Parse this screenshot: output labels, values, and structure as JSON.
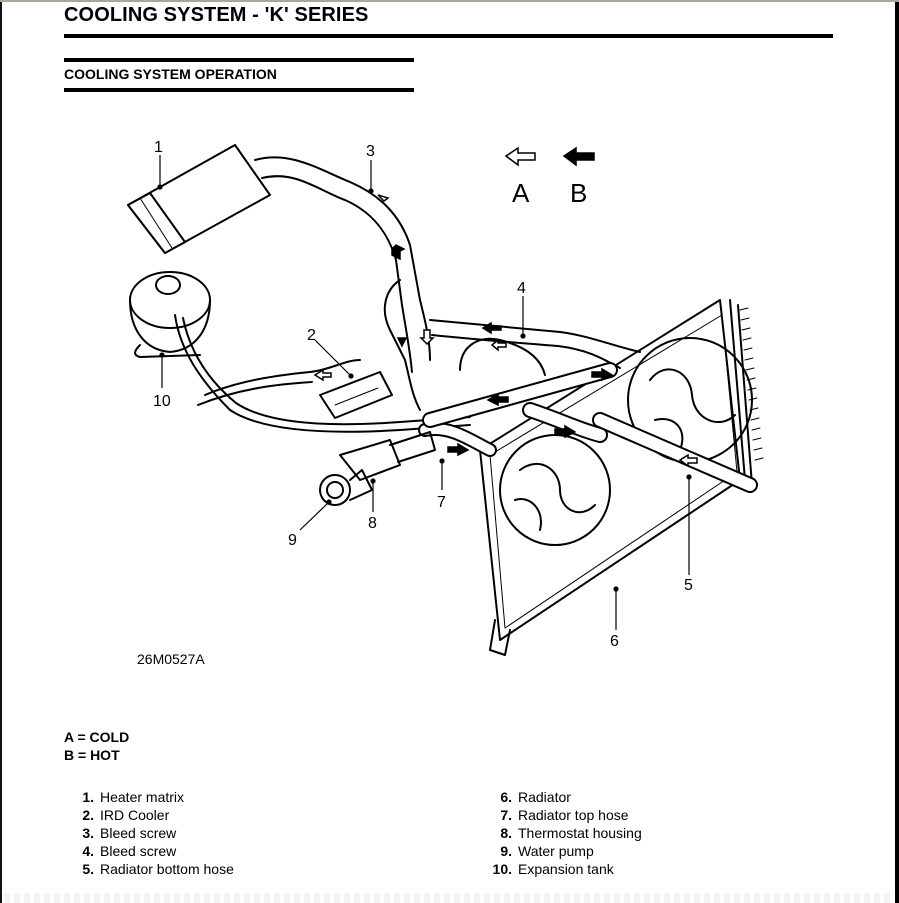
{
  "header": {
    "page_title": "COOLING SYSTEM - 'K' SERIES",
    "section_title": "COOLING SYSTEM OPERATION"
  },
  "diagram": {
    "figure_id": "26M0527A",
    "flow_legend": [
      {
        "letter": "A",
        "icon": "hollow-arrow-left-icon"
      },
      {
        "letter": "B",
        "icon": "solid-arrow-left-icon"
      }
    ],
    "callouts": [
      "1",
      "2",
      "3",
      "4",
      "5",
      "6",
      "7",
      "8",
      "9",
      "10"
    ]
  },
  "key": {
    "a": "A = COLD",
    "b": "B = HOT"
  },
  "parts": [
    {
      "num": "1.",
      "name": "Heater matrix"
    },
    {
      "num": "2.",
      "name": "IRD Cooler"
    },
    {
      "num": "3.",
      "name": "Bleed screw"
    },
    {
      "num": "4.",
      "name": "Bleed screw"
    },
    {
      "num": "5.",
      "name": "Radiator bottom hose"
    },
    {
      "num": "6.",
      "name": "Radiator"
    },
    {
      "num": "7.",
      "name": "Radiator top hose"
    },
    {
      "num": "8.",
      "name": "Thermostat housing"
    },
    {
      "num": "9.",
      "name": "Water pump"
    },
    {
      "num": "10.",
      "name": "Expansion tank"
    }
  ]
}
